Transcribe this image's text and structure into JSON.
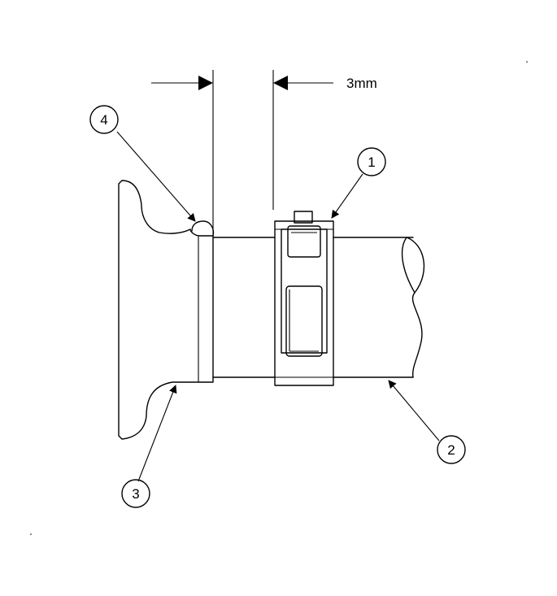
{
  "dimension": {
    "text": "3mm"
  },
  "callouts": [
    {
      "id": "1",
      "text": "1"
    },
    {
      "id": "2",
      "text": "2"
    },
    {
      "id": "3",
      "text": "3"
    },
    {
      "id": "4",
      "text": "4"
    }
  ]
}
